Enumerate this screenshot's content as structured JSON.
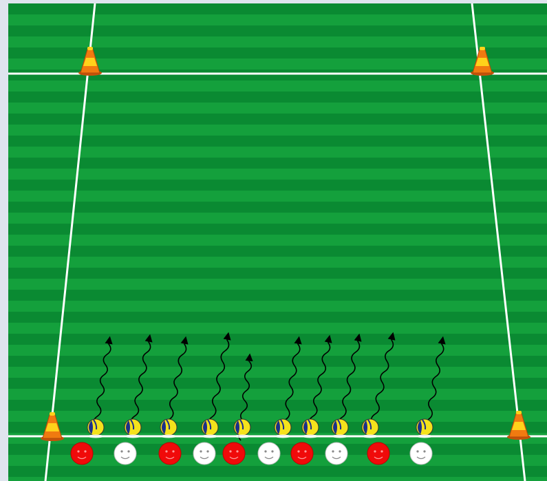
{
  "colors": {
    "frame": "#dfe4ee",
    "grass_dark": "#0a8a32",
    "grass_light": "#14a03c",
    "line": "#ffffff",
    "cone_orange": "#f07a10",
    "cone_yellow": "#ffd21a",
    "ball_yellow": "#f4e21c",
    "ball_blue": "#1c2f8a",
    "player_red": "#f00a0a",
    "player_white": "#ffffff",
    "arrow": "#000000"
  },
  "field": {
    "cones": [
      {
        "name": "cone-top-left",
        "icon": "cone-icon"
      },
      {
        "name": "cone-top-right",
        "icon": "cone-icon"
      },
      {
        "name": "cone-bottom-left",
        "icon": "cone-icon"
      },
      {
        "name": "cone-bottom-right",
        "icon": "cone-icon"
      }
    ],
    "players": [
      {
        "team": "red"
      },
      {
        "team": "white"
      },
      {
        "team": "red"
      },
      {
        "team": "white"
      },
      {
        "team": "red"
      },
      {
        "team": "white"
      },
      {
        "team": "red"
      },
      {
        "team": "white"
      },
      {
        "team": "red"
      },
      {
        "team": "white"
      }
    ],
    "balls": 10,
    "dribble_arrows": 10
  }
}
